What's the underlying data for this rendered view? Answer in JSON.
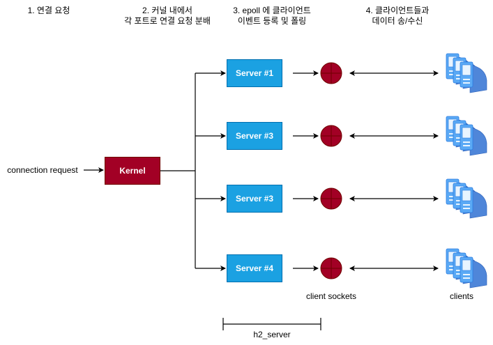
{
  "steps": [
    {
      "label": "1. 연결 요청"
    },
    {
      "label": "2. 커널 내에서\n각 포트로 연결 요청 분배"
    },
    {
      "label": "3. epoll 에 클라이언트\n이벤트 등록 및 폴링"
    },
    {
      "label": "4. 클라이언트들과\n데이터 송/수신"
    }
  ],
  "input_label": "connection request",
  "kernel": {
    "label": "Kernel",
    "color": "#a20025"
  },
  "servers": [
    {
      "label": "Server #1"
    },
    {
      "label": "Server #3"
    },
    {
      "label": "Server #3"
    },
    {
      "label": "Server #4"
    }
  ],
  "server_color": "#1ba1e2",
  "socket_color": "#a20025",
  "client_sockets_label": "client sockets",
  "clients_label": "clients",
  "group_label": "h2_server"
}
